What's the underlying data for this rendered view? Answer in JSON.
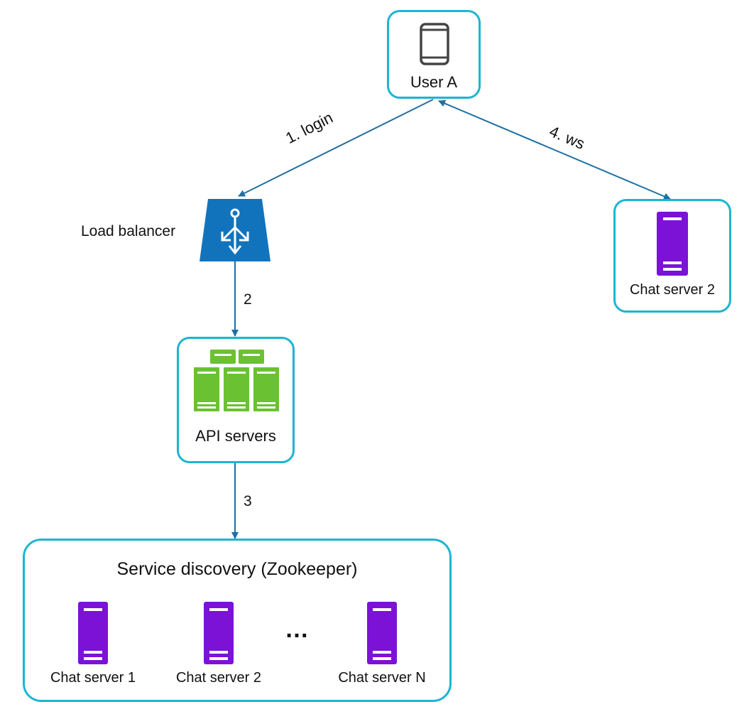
{
  "colors": {
    "box_border": "#1cb5d1",
    "arrow": "#1f6fa3",
    "server_purple": "#7b12d6",
    "server_green": "#6ac131",
    "lb_blue": "#1273bd",
    "text": "#111111"
  },
  "user": {
    "label": "User A",
    "icon": "mobile-phone-icon"
  },
  "load_balancer": {
    "label": "Load balancer",
    "icon": "load-balancer-icon"
  },
  "api_servers": {
    "label": "API servers",
    "icon": "server-cluster-icon"
  },
  "chat_server_top": {
    "label": "Chat server 2",
    "icon": "server-icon"
  },
  "service_discovery": {
    "title": "Service discovery (Zookeeper)",
    "servers": [
      {
        "label": "Chat server 1"
      },
      {
        "label": "Chat server 2"
      },
      {
        "label": "Chat server N"
      }
    ],
    "ellipsis": "…"
  },
  "edges": {
    "login": "1. login",
    "lb_to_api": "2",
    "api_to_sd": "3",
    "ws": "4. ws"
  }
}
